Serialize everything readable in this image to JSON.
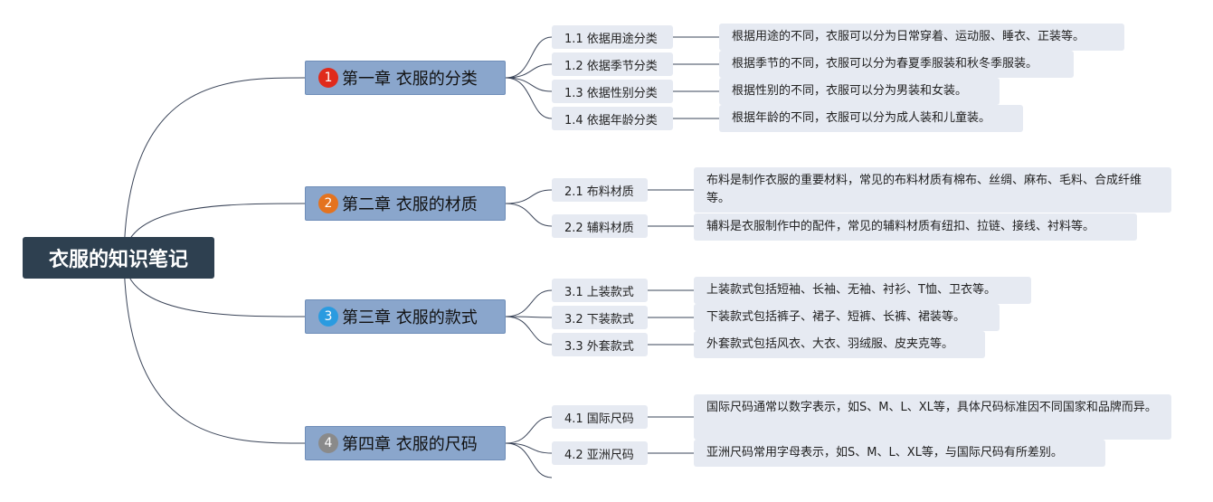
{
  "root": {
    "title": "衣服的知识笔记"
  },
  "chapters": [
    {
      "num": "1",
      "color": "#e02a1b",
      "title": "第一章 衣服的分类",
      "sections": [
        {
          "title": "1.1 依据用途分类",
          "note": "根据用途的不同，衣服可以分为日常穿着、运动服、睡衣、正装等。"
        },
        {
          "title": "1.2 依据季节分类",
          "note": "根据季节的不同，衣服可以分为春夏季服装和秋冬季服装。"
        },
        {
          "title": "1.3 依据性别分类",
          "note": "根据性别的不同，衣服可以分为男装和女装。"
        },
        {
          "title": "1.4 依据年龄分类",
          "note": "根据年龄的不同，衣服可以分为成人装和儿童装。"
        }
      ]
    },
    {
      "num": "2",
      "color": "#e4731f",
      "title": "第二章 衣服的材质",
      "sections": [
        {
          "title": "2.1 布料材质",
          "note": "布料是制作衣服的重要材料，常见的布料材质有棉布、丝绸、麻布、毛料、合成纤维等。"
        },
        {
          "title": "2.2 辅料材质",
          "note": "辅料是衣服制作中的配件，常见的辅料材质有纽扣、拉链、接线、衬料等。"
        }
      ]
    },
    {
      "num": "3",
      "color": "#2a9be0",
      "title": "第三章 衣服的款式",
      "sections": [
        {
          "title": "3.1 上装款式",
          "note": "上装款式包括短袖、长袖、无袖、衬衫、T恤、卫衣等。"
        },
        {
          "title": "3.2 下装款式",
          "note": "下装款式包括裤子、裙子、短裤、长裤、裙装等。"
        },
        {
          "title": "3.3 外套款式",
          "note": "外套款式包括风衣、大衣、羽绒服、皮夹克等。"
        }
      ]
    },
    {
      "num": "4",
      "color": "#8a8a8a",
      "title": "第四章 衣服的尺码",
      "sections": [
        {
          "title": "4.1 国际尺码",
          "note": "国际尺码通常以数字表示，如S、M、L、XL等，具体尺码标准因不同国家和品牌而异。"
        },
        {
          "title": "4.2 亚洲尺码",
          "note": "亚洲尺码常用字母表示，如S、M、L、XL等，与国际尺码有所差别。"
        }
      ]
    }
  ]
}
